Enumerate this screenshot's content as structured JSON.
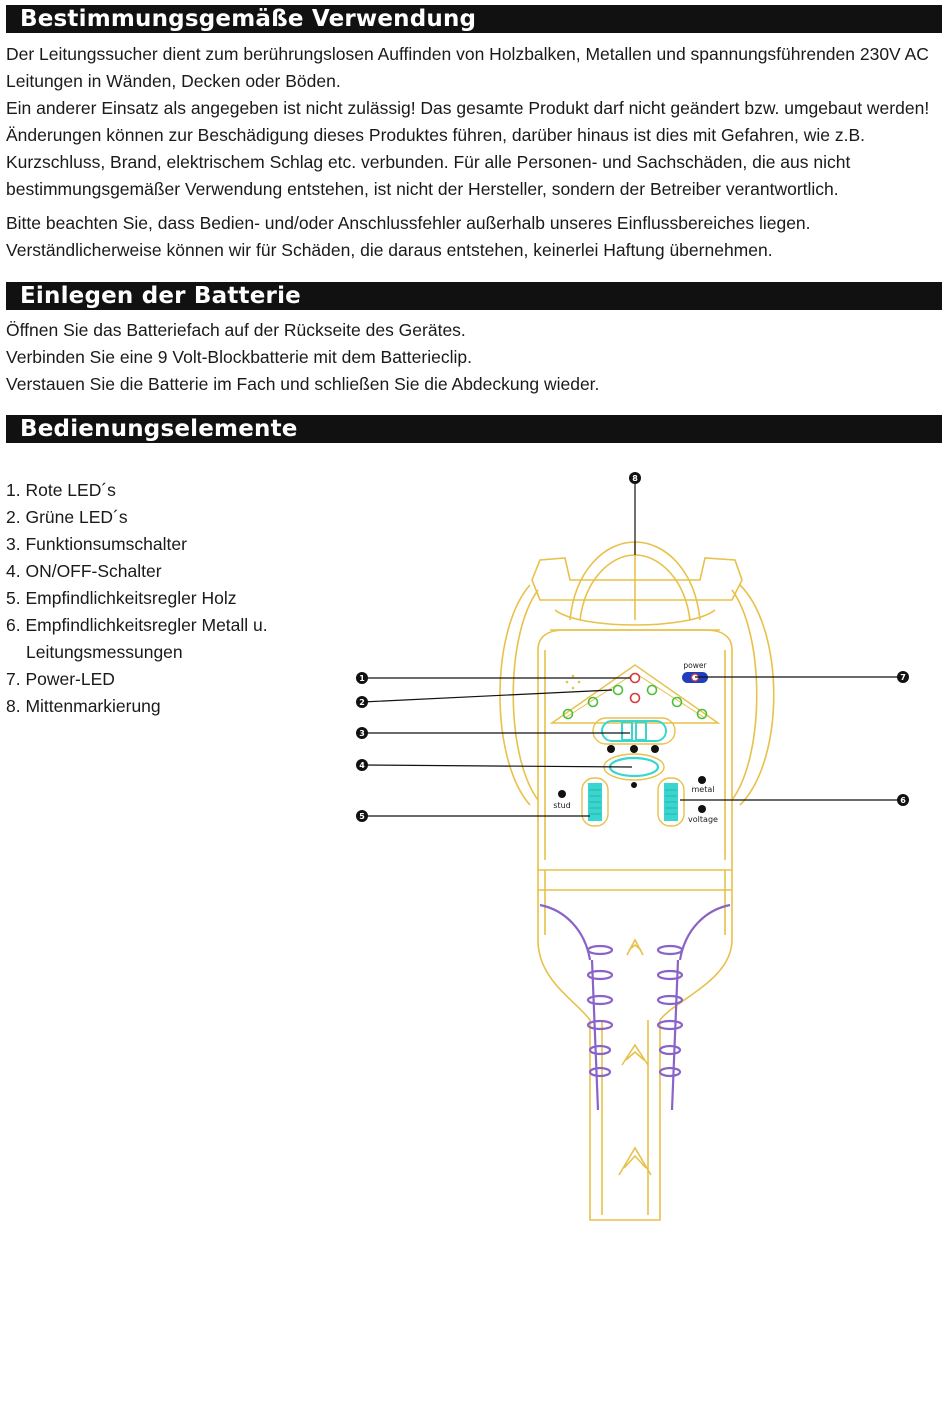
{
  "sections": [
    {
      "title": "Bestimmungsgemäße Verwendung",
      "paragraphs": [
        "Der Leitungssucher dient zum berührungslosen Auffinden von Holzbalken, Metallen und spannungsführenden 230V AC Leitungen in Wänden, Decken oder Böden.",
        "Ein anderer Einsatz als angegeben ist nicht zulässig! Das gesamte Produkt darf nicht geändert bzw. umgebaut werden! Änderungen können zur Beschädigung dieses Produktes führen, darüber hinaus ist dies mit Gefahren, wie z.B. Kurzschluss, Brand, elektrischem Schlag etc. verbunden. Für alle Personen- und Sachschäden, die aus nicht bestimmungsgemäßer Verwendung entstehen, ist nicht der Hersteller, sondern der Betreiber verantwortlich.",
        "Bitte beachten Sie, dass Bedien- und/oder Anschlussfehler außerhalb unseres Einflussbereiches liegen. Verständlicherweise können wir für Schäden, die daraus entstehen, keinerlei Haftung übernehmen."
      ]
    },
    {
      "title": "Einlegen der Batterie",
      "paragraphs": [
        "Öffnen Sie das Batteriefach auf der Rückseite des Gerätes.",
        "Verbinden Sie eine 9 Volt-Blockbatterie mit dem Batterieclip.",
        "Verstauen Sie die Batterie im Fach und schließen Sie die Abdeckung wieder."
      ]
    },
    {
      "title": "Bedienungselemente"
    }
  ],
  "controls_list": [
    "1. Rote LED´s",
    "2. Grüne LED´s",
    "3. Funktionsumschalter",
    "4. ON/OFF-Schalter",
    "5. Empfindlichkeitsregler Holz",
    "6. Empfindlichkeitsregler Metall u.",
    "Leitungsmessungen",
    "7. Power-LED",
    "8. Mittenmarkierung"
  ],
  "device_labels": {
    "power": "power",
    "metal": "metal",
    "voltage": "voltage",
    "stud": "stud"
  },
  "callouts": [
    "1",
    "2",
    "3",
    "4",
    "5",
    "6",
    "7",
    "8"
  ],
  "colors": {
    "header_bg": "#111111",
    "device_outline": "#e8c14a",
    "accent_cyan": "#39d6d0",
    "grip_purple": "#8a63c9",
    "led_red": "#d23b3b",
    "led_green": "#4bbf3a",
    "power_blue": "#1f3fbf"
  }
}
